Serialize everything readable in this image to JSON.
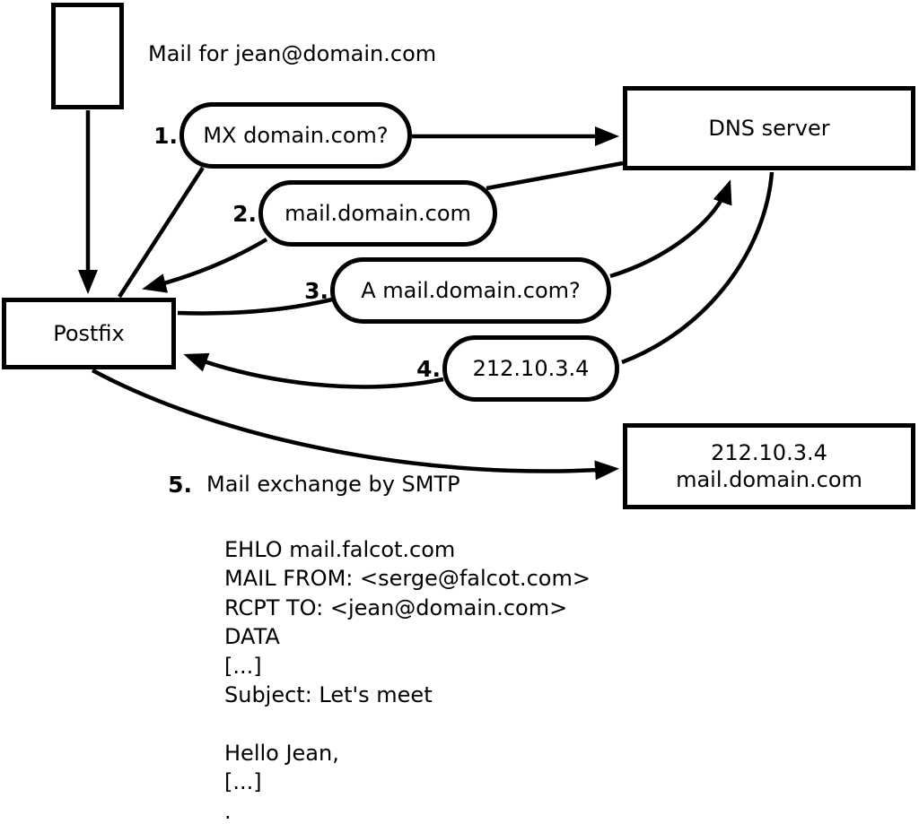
{
  "colors": {
    "stroke": "#000000",
    "background": "#ffffff"
  },
  "diagram": {
    "title": "Mail for jean@domain.com",
    "nodes": {
      "postfix": "Postfix",
      "dns_server": "DNS server",
      "mail_server_line1": "212.10.3.4",
      "mail_server_line2": "mail.domain.com"
    },
    "steps": [
      {
        "num": "1.",
        "label": "MX domain.com?"
      },
      {
        "num": "2.",
        "label": "mail.domain.com"
      },
      {
        "num": "3.",
        "label": "A mail.domain.com?"
      },
      {
        "num": "4.",
        "label": "212.10.3.4"
      },
      {
        "num": "5.",
        "label": "Mail exchange by SMTP"
      }
    ],
    "smtp_transcript": {
      "lines": [
        "EHLO mail.falcot.com",
        "MAIL FROM: <serge@falcot.com>",
        "RCPT TO: <jean@domain.com>",
        "DATA",
        "[...]",
        "Subject: Let's meet",
        "",
        "Hello Jean,",
        "[...]",
        "."
      ]
    }
  }
}
